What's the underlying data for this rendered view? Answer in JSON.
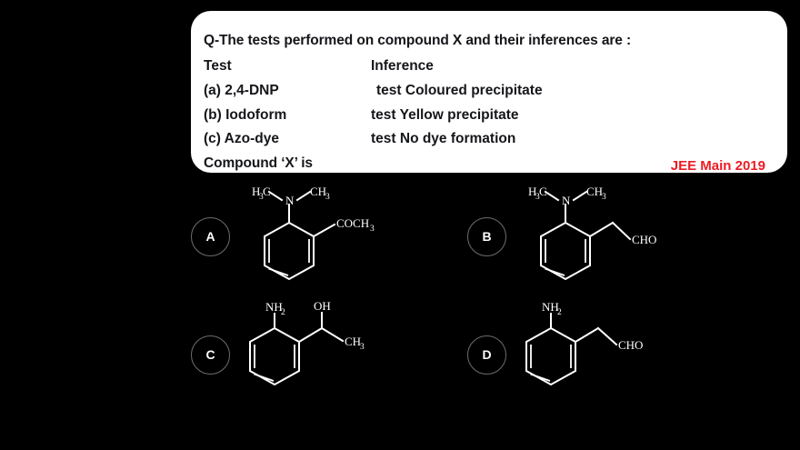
{
  "background_color": "#000000",
  "card": {
    "background_color": "#ffffff",
    "text_color": "#15161a",
    "question": "Q-The tests performed on compound X and their inferences are :",
    "header": {
      "test": "Test",
      "inference": "Inference"
    },
    "rows": [
      {
        "test": "(a) 2,4-DNP",
        "inference": "test Coloured precipitate"
      },
      {
        "test": "(b) Iodoform",
        "inference": "test Yellow precipitate"
      },
      {
        "test": "(c) Azo-dye",
        "inference": "test No dye formation"
      }
    ],
    "compound_prompt": "Compound ‘X’ is",
    "source": "JEE Main 2019",
    "source_color": "#ec1c24"
  },
  "options": [
    {
      "letter": "A",
      "name": "2-(dimethylamino)acetophenone",
      "labels": {
        "left_methyl": "H",
        "left_methyl_sub": "3",
        "left_methyl_c": "C",
        "nitrogen": "N",
        "right_methyl": "CH",
        "right_methyl_sub": "3",
        "substituent": "COCH",
        "substituent_sub": "3"
      }
    },
    {
      "letter": "B",
      "name": "2-(dimethylamino)phenylacetaldehyde",
      "labels": {
        "left_methyl": "H",
        "left_methyl_sub": "3",
        "left_methyl_c": "C",
        "nitrogen": "N",
        "right_methyl": "CH",
        "right_methyl_sub": "3",
        "substituent": "CHO"
      }
    },
    {
      "letter": "C",
      "name": "1-(2-aminophenyl)ethanol",
      "labels": {
        "amine": "NH",
        "amine_sub": "2",
        "hydroxyl": "OH",
        "methyl": "CH",
        "methyl_sub": "3"
      }
    },
    {
      "letter": "D",
      "name": "2-aminophenylacetaldehyde",
      "labels": {
        "amine": "NH",
        "amine_sub": "2",
        "substituent": "CHO"
      }
    }
  ]
}
